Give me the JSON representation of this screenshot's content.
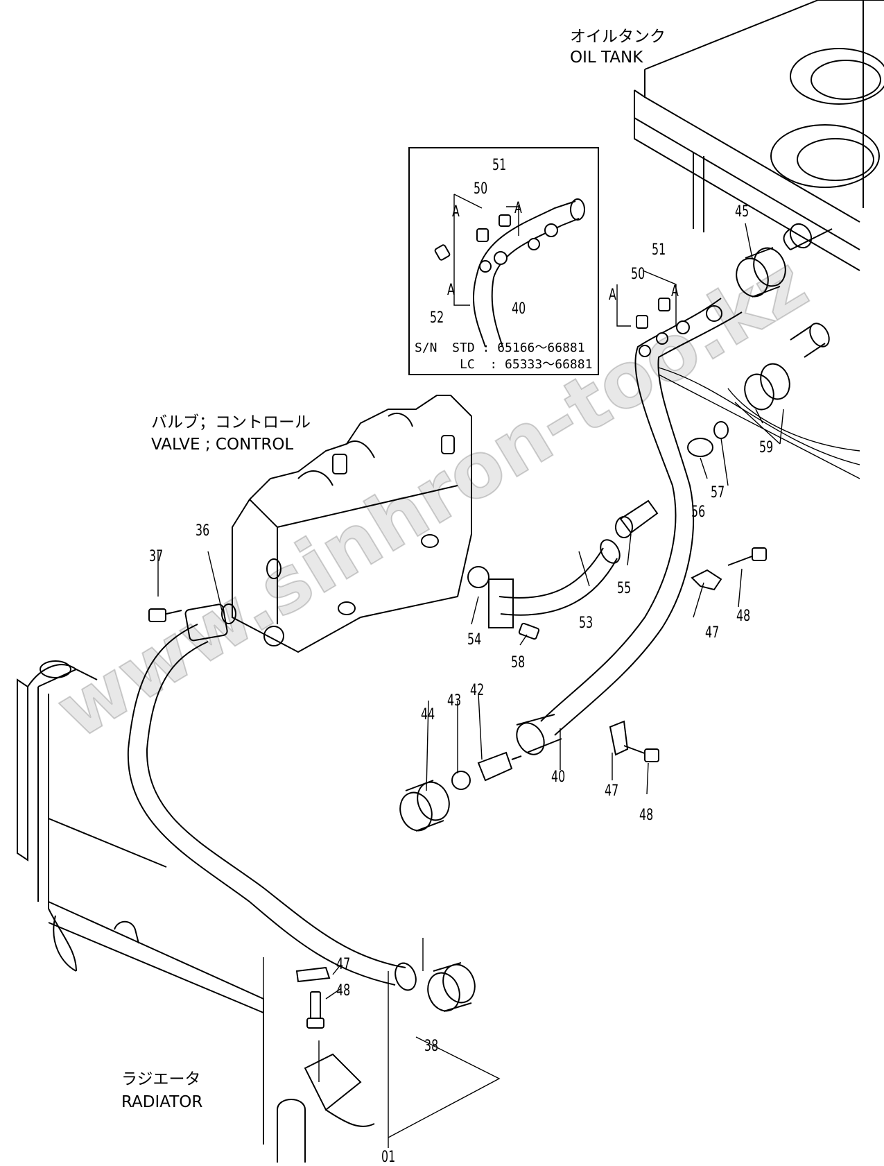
{
  "labels": {
    "oil_tank_jp": "オイルタンク",
    "oil_tank_en": "OIL TANK",
    "valve_jp": "バルブ；コントロール",
    "valve_en": "VALVE ; CONTROL",
    "radiator_jp": "ラジエータ",
    "radiator_en": "RADIATOR"
  },
  "inset": {
    "sn_line1": "S/N  STD : 65166～66881",
    "sn_line2": "      LC  : 65333～66881",
    "parts": {
      "p51": "51",
      "p50": "50",
      "p52": "52",
      "p40": "40",
      "a1": "A",
      "a2": "A",
      "a3": "A"
    }
  },
  "parts": {
    "p01": "01",
    "p36": "36",
    "p37": "37",
    "p38": "38",
    "p40a": "40",
    "p42": "42",
    "p43": "43",
    "p44": "44",
    "p45": "45",
    "p47a": "47",
    "p47b": "47",
    "p47c": "47",
    "p48a": "48",
    "p48b": "48",
    "p48c": "48",
    "p50": "50",
    "p51": "51",
    "p53": "53",
    "p54": "54",
    "p55": "55",
    "p56": "56",
    "p57": "57",
    "p58": "58",
    "p59": "59",
    "a1": "A",
    "a2": "A"
  },
  "watermark": "www.sinhron-too.kz"
}
